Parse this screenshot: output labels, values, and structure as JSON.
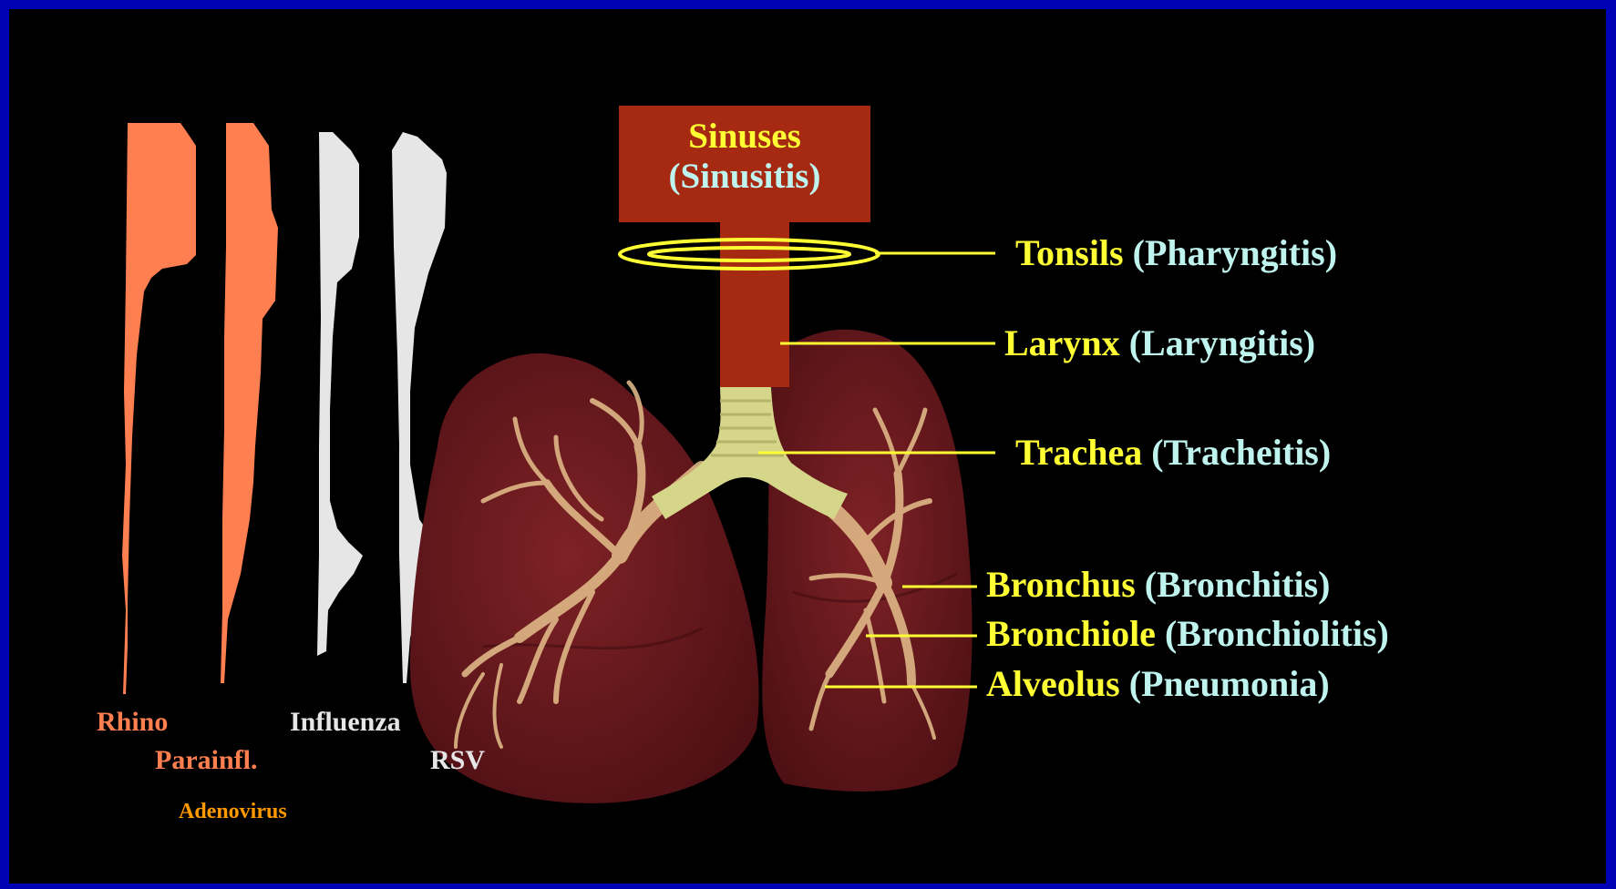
{
  "sinus_box": {
    "organ": "Sinuses",
    "disease": "(Sinusitis)"
  },
  "labels": [
    {
      "organ": "Tonsils",
      "disease": "(Pharyngitis)"
    },
    {
      "organ": "Larynx",
      "disease": "(Laryngitis)"
    },
    {
      "organ": "Trachea",
      "disease": "(Tracheitis)"
    },
    {
      "organ": "Bronchus",
      "disease": "(Bronchitis)"
    },
    {
      "organ": "Bronchiole",
      "disease": "(Bronchiolitis)"
    },
    {
      "organ": "Alveolus",
      "disease": "(Pneumonia)"
    }
  ],
  "viruses": [
    {
      "name": "Rhino",
      "color": "#ff7f50"
    },
    {
      "name": "Parainfl.",
      "color": "#ff7f50"
    },
    {
      "name": "Influenza",
      "color": "#e6e6e6"
    },
    {
      "name": "RSV",
      "color": "#e6e6e6"
    }
  ],
  "footnote": "Adenovirus",
  "colors": {
    "border": "#0000b4",
    "background": "#000000",
    "organ_text": "#ffff33",
    "disease_text": "#bff3ee",
    "sinus_box": "#a52a11",
    "lung": "#6e1a1e",
    "bronchi": "#e6c08c",
    "trachea": "#d6d68a",
    "footnote": "#ff9900"
  }
}
